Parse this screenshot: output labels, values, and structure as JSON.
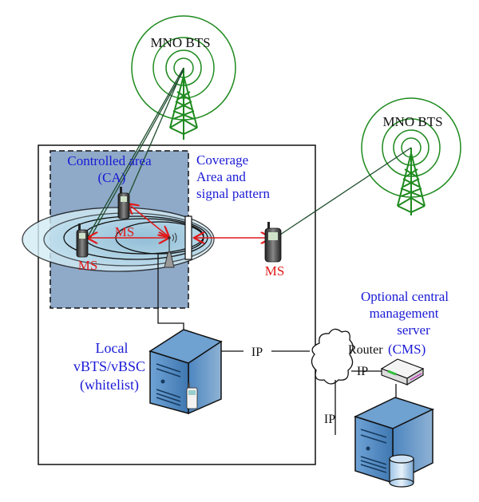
{
  "diagram": {
    "towers": [
      {
        "label": "MNO BTS"
      },
      {
        "label": "MNO BTS"
      }
    ],
    "controlled_area": {
      "line1": "Controlled area",
      "line2": "(CA)"
    },
    "coverage": {
      "line1": "Coverage",
      "line2": "Area and",
      "line3": "signal pattern"
    },
    "mobile_stations": [
      {
        "label": "MS"
      },
      {
        "label": "MS"
      },
      {
        "label": "MS"
      }
    ],
    "local_server": {
      "line1": "Local",
      "line2": "vBTS/vBSC",
      "line3": "(whitelist)"
    },
    "links": {
      "ip_server_cloud": "IP",
      "ip_cloud_router": "IP",
      "ip_cloud_bottom": "IP"
    },
    "router": {
      "label": "Router"
    },
    "cms": {
      "line1": "Optional central",
      "line2": "management",
      "line3": "server",
      "line4": "(CMS)"
    },
    "colors": {
      "tower_green": "#1e8a1e",
      "label_blue": "#1a1ad6",
      "arrow_red": "#e01a1a",
      "ca_fill": "#8fa9c8",
      "server_blue": "#4f86bd"
    }
  }
}
